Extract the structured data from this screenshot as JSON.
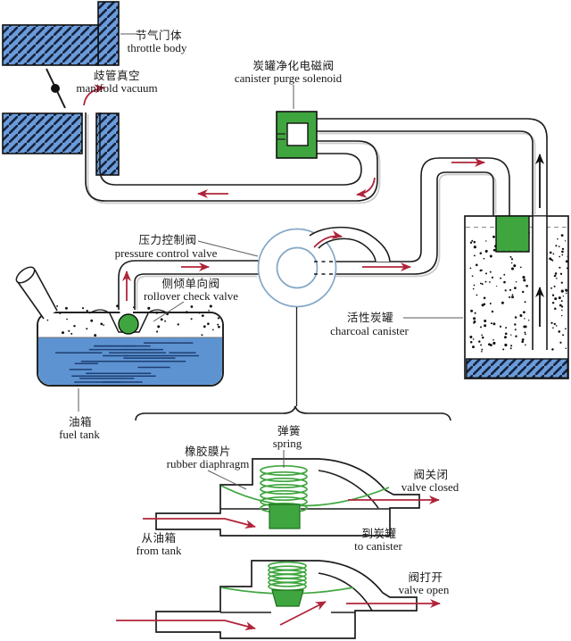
{
  "diagram": {
    "labels": {
      "throttle_body": {
        "zh": "节气门体",
        "en": "throttle body"
      },
      "manifold_vacuum": {
        "zh": "歧管真空",
        "en": "manifold vacuum"
      },
      "canister_purge_solenoid": {
        "zh": "炭罐净化电磁阀",
        "en": "canister purge solenoid"
      },
      "pressure_control_valve": {
        "zh": "压力控制阀",
        "en": "pressure control valve"
      },
      "rollover_check_valve": {
        "zh": "侧倾单向阀",
        "en": "rollover check valve"
      },
      "charcoal_canister": {
        "zh": "活性炭罐",
        "en": "charcoal canister"
      },
      "fuel_tank": {
        "zh": "油箱",
        "en": "fuel tank"
      },
      "spring": {
        "zh": "弹簧",
        "en": "spring"
      },
      "rubber_diaphragm": {
        "zh": "橡胶膜片",
        "en": "rubber diaphragm"
      },
      "valve_closed": {
        "zh": "阀关闭",
        "en": "valve closed"
      },
      "from_tank": {
        "zh": "从油箱",
        "en": "from tank"
      },
      "to_canister": {
        "zh": "到炭罐",
        "en": "to canister"
      },
      "valve_open": {
        "zh": "阀打开",
        "en": "valve open"
      }
    },
    "colors": {
      "component_blue": "#6b9bd8",
      "liquid_blue": "#5e93d2",
      "valve_green": "#3fa63f",
      "flow_arrow_red": "#b0243a",
      "pipe_outline": "#1c1c1c",
      "control_ring_blue": "#84a7c7"
    }
  }
}
